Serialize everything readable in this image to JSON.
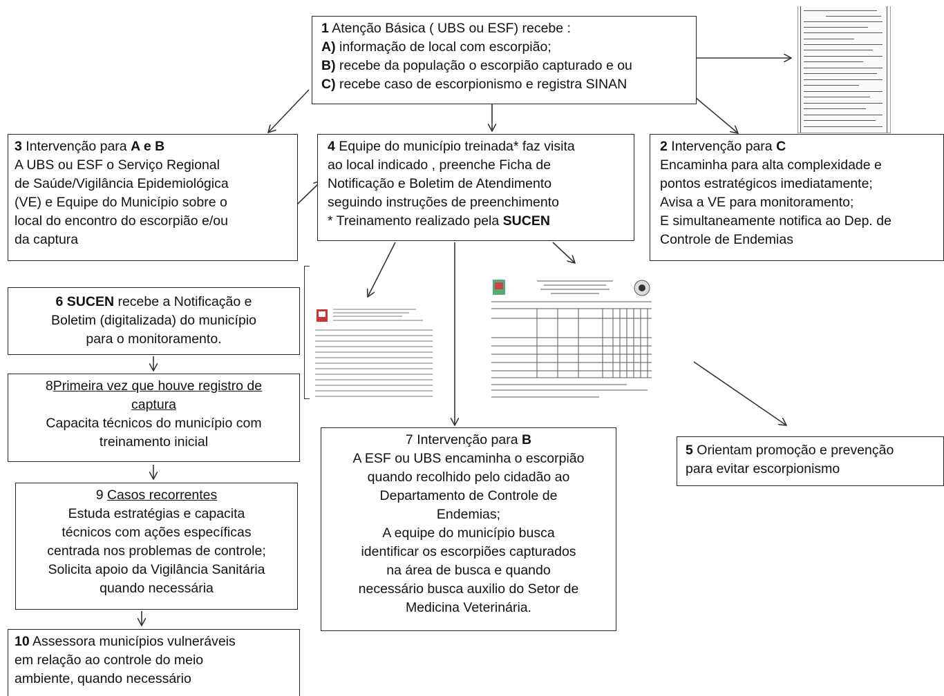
{
  "box1": {
    "num": "1",
    "title": "Atenção Básica ( UBS ou ESF) recebe :",
    "items": [
      {
        "letter": "A)",
        "text": "informação de local com escorpião;"
      },
      {
        "letter": "B)",
        "text": "recebe da população o escorpião capturado e ou"
      },
      {
        "letter": "C)",
        "text": "recebe caso de escorpionismo e registra SINAN"
      }
    ]
  },
  "box3": {
    "num": "3",
    "title_pre": "Intervenção  para",
    "title_bold": "A e B",
    "lines": [
      "A  UBS ou ESF o Serviço Regional",
      "de Saúde/Vigilância Epidemiológica",
      "(VE) e Equipe do Município sobre o",
      "local do encontro do escorpião e/ou",
      "da captura"
    ]
  },
  "box4": {
    "num": "4",
    "lines": [
      "Equipe do município treinada* faz visita",
      "ao local indicado , preenche Ficha de",
      "Notificação e Boletim de Atendimento",
      "seguindo instruções de preenchimento"
    ],
    "footnote_pre": "* Treinamento realizado pela",
    "footnote_bold": "SUCEN"
  },
  "box2": {
    "num": "2",
    "title_pre": "Intervenção  para",
    "title_bold": "C",
    "lines": [
      "Encaminha para alta complexidade e",
      "pontos estratégicos imediatamente;",
      "Avisa a VE para monitoramento;",
      "E simultaneamente notifica ao Dep. de",
      "Controle de Endemias"
    ]
  },
  "box6": {
    "num": "6",
    "bold": "SUCEN",
    "line1": "recebe  a Notificação e",
    "line2": "Boletim  (digitalizada) do município",
    "line3": "para o monitoramento."
  },
  "box8": {
    "num": "8",
    "title_line1": "Primeira vez que houve  registro de",
    "title_line2": "captura",
    "line3": "Capacita técnicos do município com",
    "line4": "treinamento inicial"
  },
  "box9": {
    "num": "9",
    "title": "Casos recorrentes",
    "lines": [
      "Estuda estratégias e capacita",
      "técnicos com ações específicas",
      "centrada nos problemas de controle;",
      "Solicita apoio da Vigilância  Sanitária",
      "quando necessária"
    ]
  },
  "box10": {
    "num": "10",
    "lines": [
      "Assessora municípios vulneráveis",
      "em relação ao controle do meio",
      "ambiente, quando necessário"
    ]
  },
  "box7": {
    "num": "7",
    "title_pre": "Intervenção  para",
    "title_bold": "B",
    "lines": [
      "A ESF ou UBS encaminha o escorpião",
      "quando recolhido pelo cidadão ao",
      "Departamento de Controle de",
      "Endemias;",
      "A equipe do município busca",
      "identificar os escorpiões capturados",
      "na área de busca e quando",
      "necessário busca auxilio do Setor de",
      "Medicina Veterinária."
    ]
  },
  "box5": {
    "num": "5",
    "lines": [
      "Orientam  promoção e prevenção",
      "para evitar escorpionismo"
    ]
  },
  "colors": {
    "border": "#222222",
    "arrow": "#333333",
    "text": "#111111"
  }
}
